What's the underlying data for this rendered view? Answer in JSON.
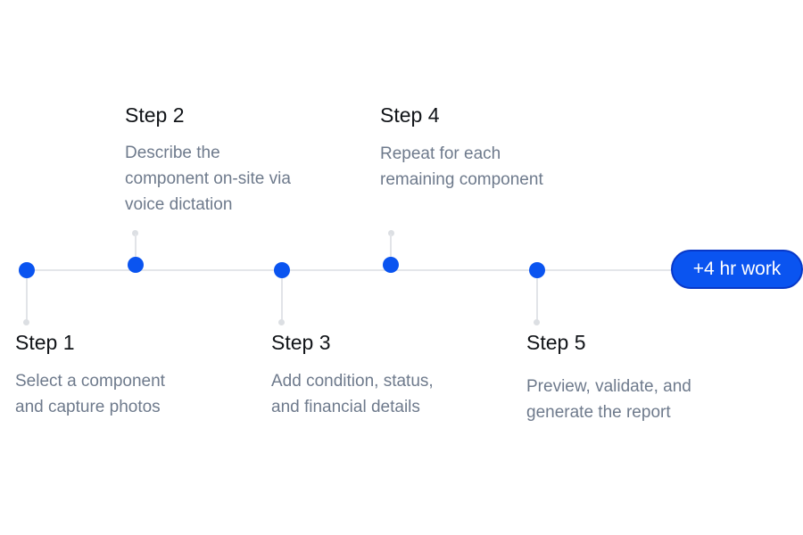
{
  "steps": [
    {
      "title": "Step 1",
      "description": "Select a component\nand capture photos"
    },
    {
      "title": "Step 2",
      "description": "Describe the\ncomponent on-site via\nvoice dictation"
    },
    {
      "title": "Step 3",
      "description": "Add condition, status,\nand financial details"
    },
    {
      "title": "Step 4",
      "description": "Repeat for each\nremaining component"
    },
    {
      "title": "Step 5",
      "description": "Preview, validate, and\ngenerate the report"
    }
  ],
  "badge": {
    "label": "+4 hr work"
  },
  "colors": {
    "accent": "#0a54f0",
    "title_text": "#111418",
    "description_text": "#6e7a8c",
    "line": "#e4e6ea"
  }
}
